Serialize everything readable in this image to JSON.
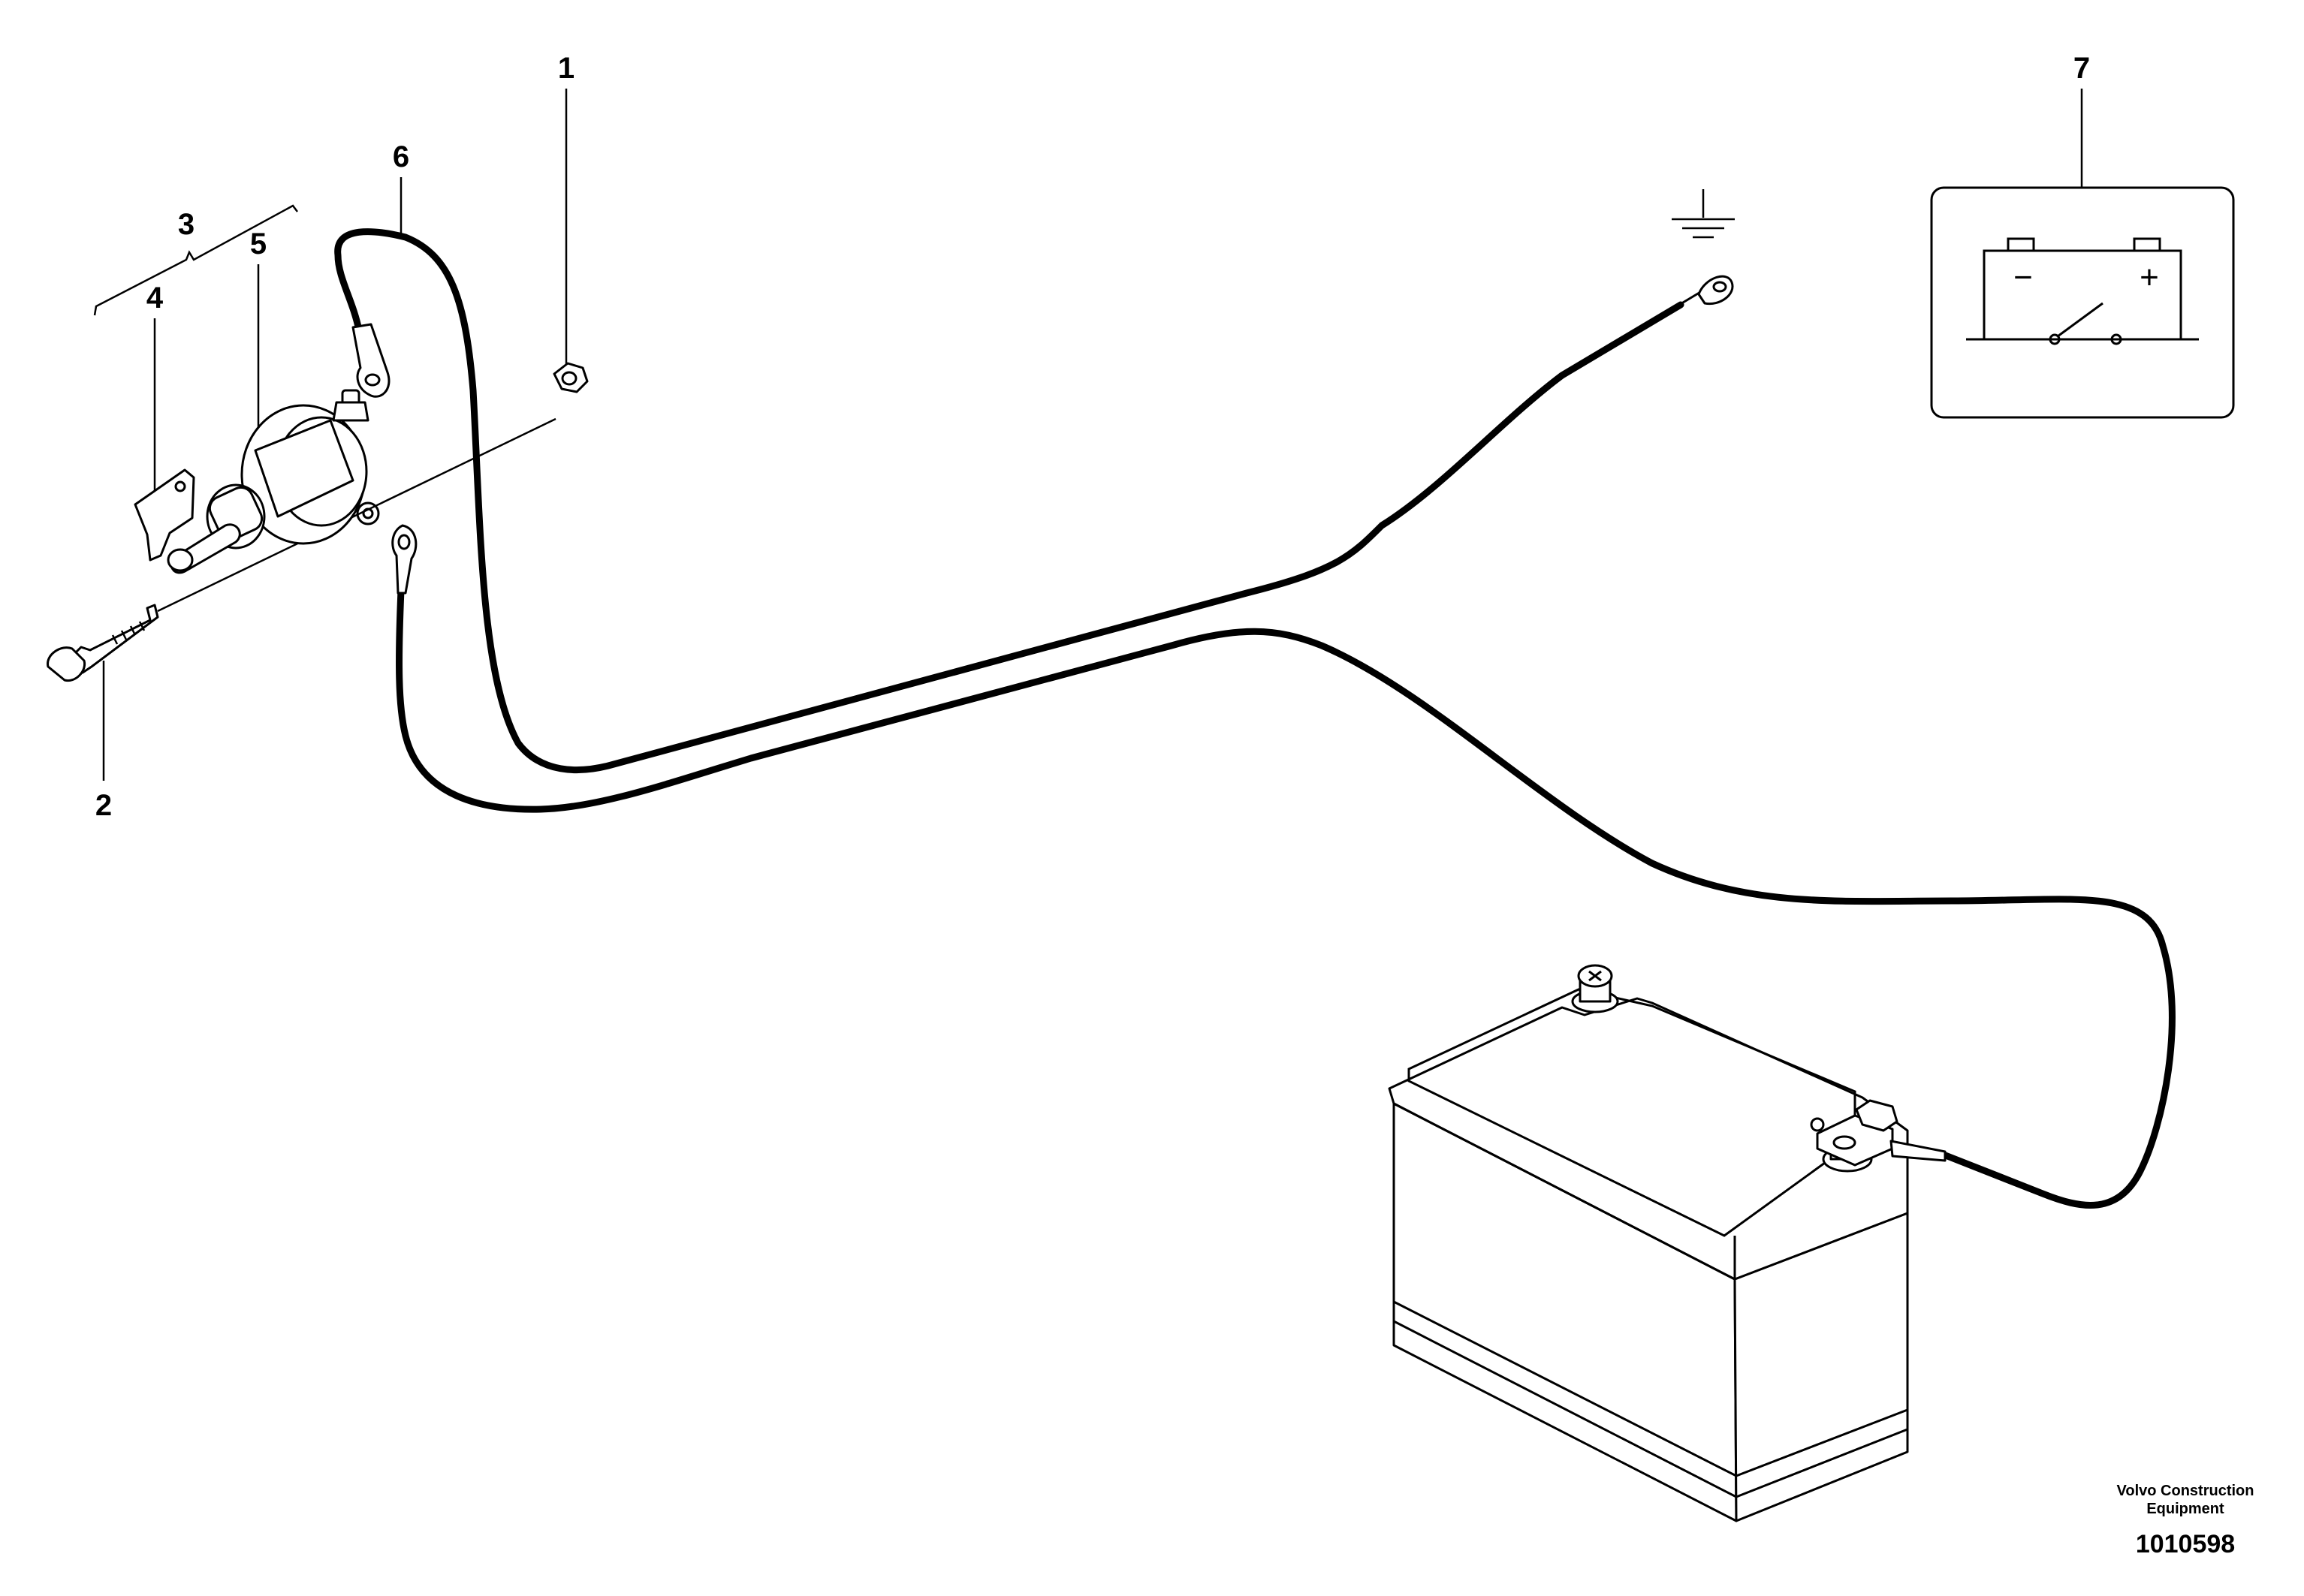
{
  "callouts": {
    "c1": "1",
    "c2": "2",
    "c3": "3",
    "c4": "4",
    "c5": "5",
    "c6": "6",
    "c7": "7"
  },
  "footer": {
    "company_line1": "Volvo Construction",
    "company_line2": "Equipment",
    "drawing_number": "1010598"
  },
  "symbol": {
    "minus": "−",
    "plus": "+"
  },
  "icons": [
    "ground-icon",
    "battery-disconnect-symbol-icon"
  ]
}
